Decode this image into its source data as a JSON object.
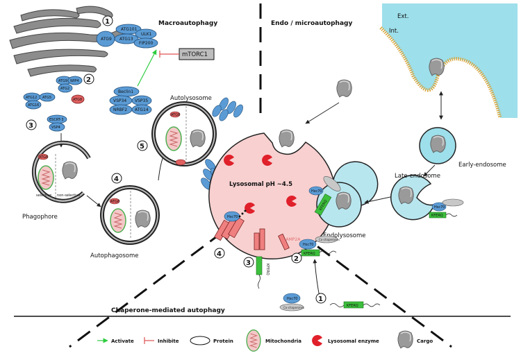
{
  "titles": {
    "macro": "Macroautophagy",
    "endo": "Endo / microautophagy",
    "cma": "Chaperone-mediated autophagy"
  },
  "labels": {
    "mtorc1": "mTORC1",
    "ext": "Ext.",
    "int": "Int.",
    "early_endosome": "Early-endosome",
    "late_endosome": "Late-endosome",
    "endolysosome": "Endolysosome",
    "lysosome_ph": "Lysosomal pH ~4.5",
    "lamp2a": "LAMP2A",
    "phagophore": "Phagophore",
    "autophagosome": "Autophagosome",
    "autolysosome": "Autolysosome",
    "selective": "selective",
    "non_selective": "non-selective",
    "kferq": "KFERQ",
    "hsc70": "Hsc70",
    "co_chaperones": "Co-chaperones"
  },
  "proteins": {
    "atg101": "ATG101",
    "atg9": "ATG9",
    "atg13": "ATG13",
    "ulk1": "ULK1",
    "fip200": "FIP200",
    "atg9b": "ATG9",
    "wip4": "WIP4",
    "atg2": "ATG2",
    "atg12": "ATG12",
    "atg5": "ATG5",
    "atg16": "ATG16",
    "atg8": "ATG8",
    "escrt3": "ESCRT-3",
    "vsp4": "VSP4",
    "beclin1": "Beclin1",
    "vsp34": "VSP34",
    "vsp35": "VSP35",
    "nrbf2": "NRBF2",
    "atg14": "ATG14"
  },
  "steps": {
    "macro": [
      "1",
      "2",
      "3",
      "4",
      "5"
    ],
    "cma": [
      "1",
      "2",
      "3",
      "4"
    ]
  },
  "legend": {
    "activate": "Activate",
    "inhibite": "Inhibite",
    "protein": "Protein",
    "mitochondria": "Mitochondria",
    "lysosomal_enzyme": "Lysosomal enzyme",
    "cargo": "Cargo"
  },
  "colors": {
    "protein_blue": "#5b9bd5",
    "atg8_red": "#e06060",
    "lysosome_pink": "#f8d0d0",
    "enzyme_red": "#e0202a",
    "kferq_green": "#3cbf3c",
    "extracellular_cyan": "#9ddfea",
    "membrane_grey": "#8a8a8a",
    "activate_green": "#2ecc40",
    "inhibit_red": "#e05050"
  }
}
